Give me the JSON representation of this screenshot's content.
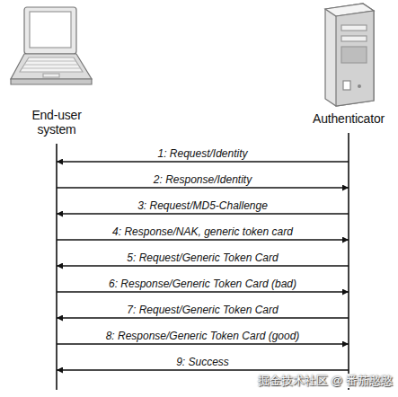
{
  "diagram": {
    "nodes": [
      {
        "text": [
          "End-user system"
        ]
      },
      {
        "text": [
          "Authenticator"
        ]
      }
    ],
    "edges": [
      {
        "from": 1,
        "to": 0,
        "arrow": "to",
        "label": "1: Request/Identity"
      },
      {
        "from": 0,
        "to": 1,
        "arrow": "to",
        "label": "2: Response/Identity"
      },
      {
        "from": 1,
        "to": 0,
        "arrow": "to",
        "label": "3: Request/MD5-Challenge"
      },
      {
        "from": 0,
        "to": 1,
        "arrow": "to",
        "label": "4: Response/NAK, generic token card"
      },
      {
        "from": 1,
        "to": 0,
        "arrow": "to",
        "label": "5: Request/Generic Token Card"
      },
      {
        "from": 0,
        "to": 1,
        "arrow": "to",
        "label": "6: Response/Generic Token Card (bad)"
      },
      {
        "from": 1,
        "to": 0,
        "arrow": "to",
        "label": "7: Request/Generic Token Card"
      },
      {
        "from": 0,
        "to": 1,
        "arrow": "to",
        "label": "8: Response/Generic Token Card (good)"
      },
      {
        "from": 1,
        "to": 0,
        "arrow": "to",
        "label": "9: Success"
      }
    ],
    "labels": [
      "掘金技术社区 @ 番茄憨憨"
    ]
  }
}
